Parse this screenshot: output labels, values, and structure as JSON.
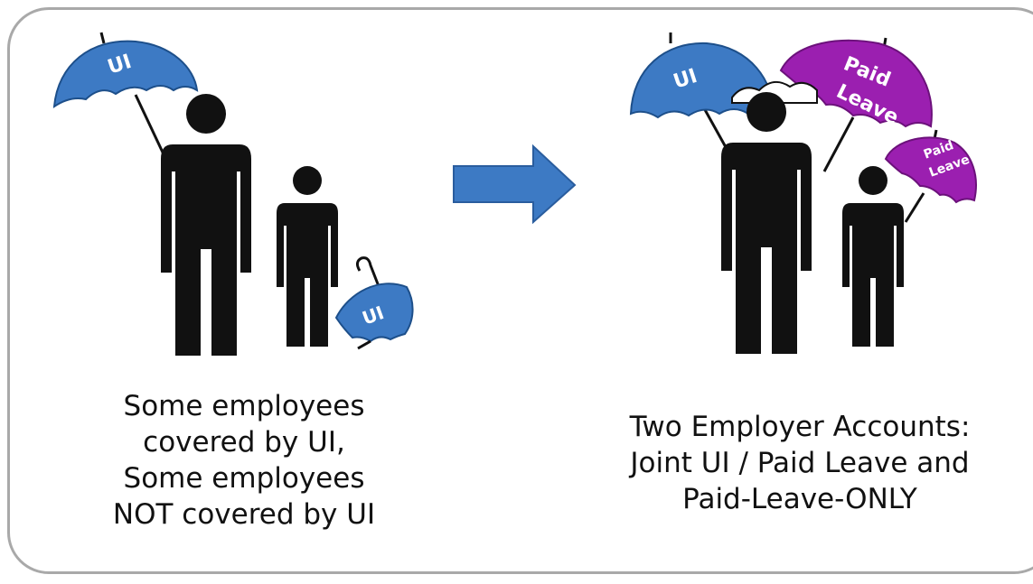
{
  "left_panel": {
    "umbrella_label": "UI",
    "dropped_umbrella_label": "UI",
    "caption_lines": [
      "Some employees",
      "covered by UI,",
      "Some employees",
      "NOT covered by UI"
    ]
  },
  "right_panel": {
    "umbrella_ui_label": "UI",
    "paid_leave_label_line1": "Paid",
    "paid_leave_label_line2": "Leave",
    "small_paid_leave_line1": "Paid",
    "small_paid_leave_line2": "Leave",
    "caption_lines": [
      "Two Employer Accounts:",
      "Joint UI / Paid Leave and",
      "Paid-Leave-ONLY"
    ]
  },
  "colors": {
    "ui_blue": "#3d7ac4",
    "paid_leave_purple": "#9b1fb0",
    "figure_black": "#111111",
    "arrow_blue": "#3d7ac4",
    "frame_gray": "#a9a9a9"
  },
  "icons": [
    "adult-figure-icon",
    "child-figure-icon",
    "umbrella-icon",
    "arrow-right-icon"
  ]
}
